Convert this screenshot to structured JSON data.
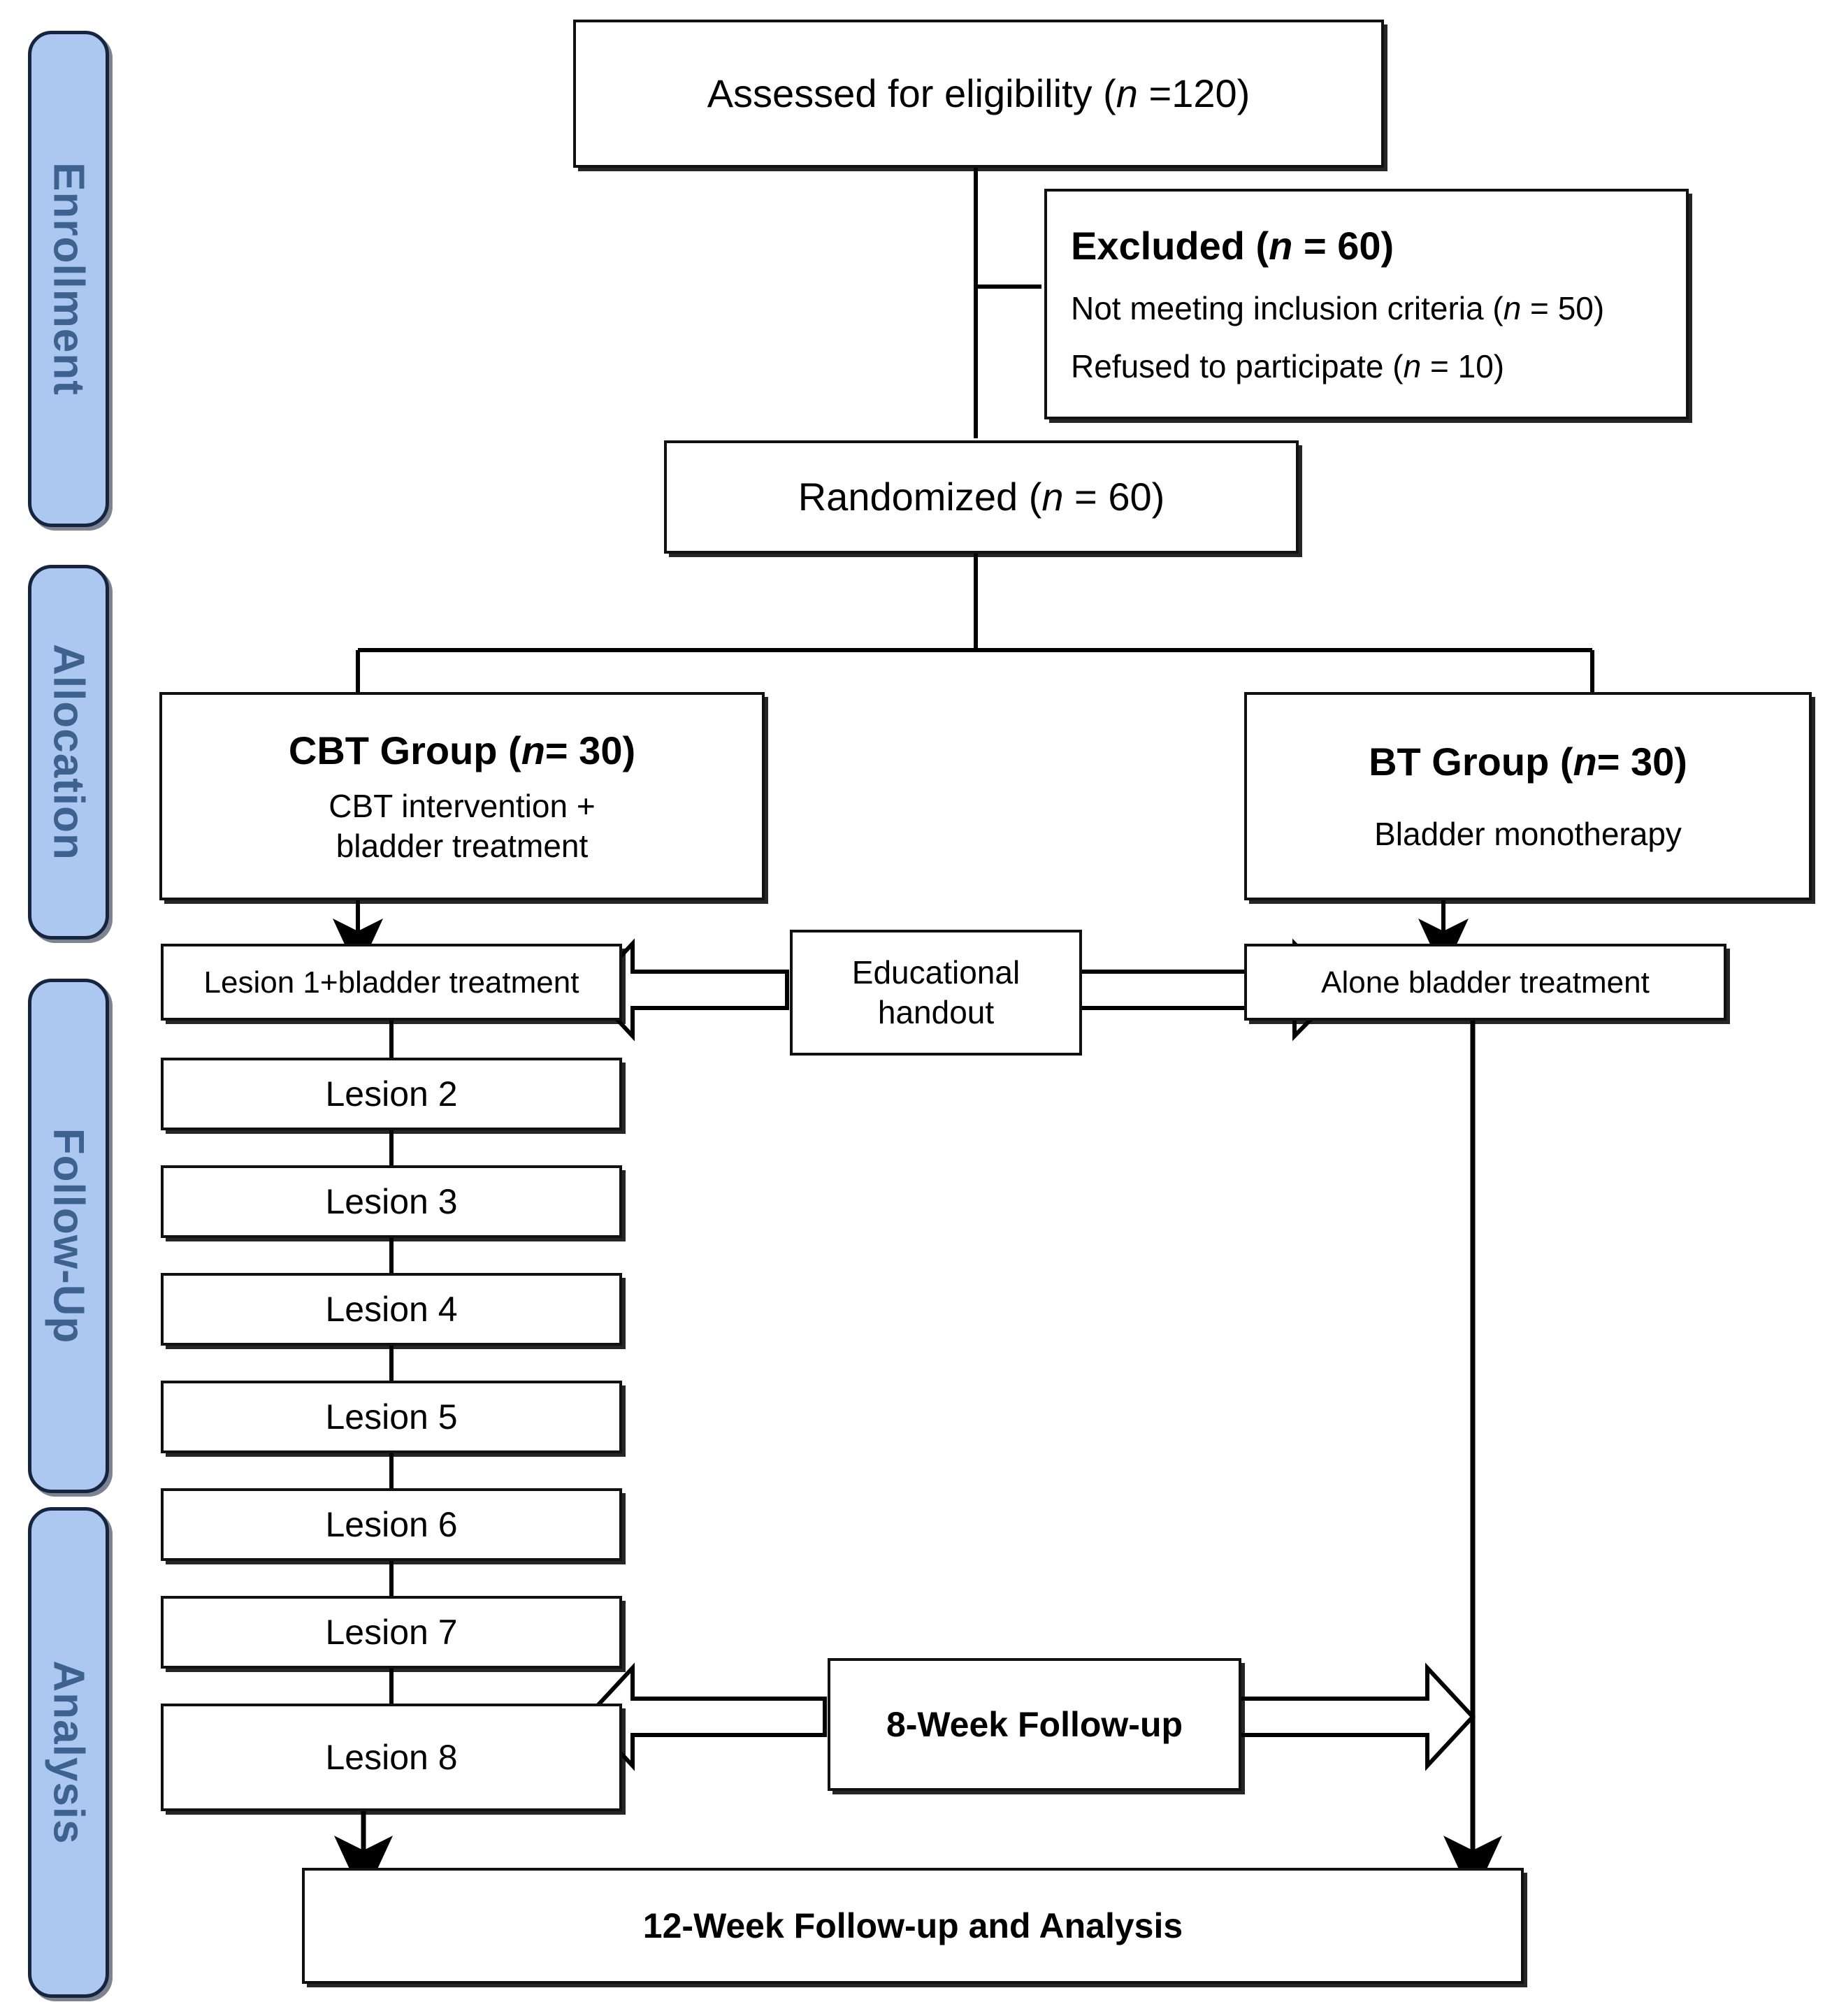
{
  "diagram": {
    "type": "consort-flow-diagram",
    "title": "CONSORT participant flow diagram",
    "colors": {
      "phase_fill": "#ADC8F0",
      "phase_border": "#15243F",
      "phase_text": "#3E628F",
      "node_border": "#111111",
      "node_fill": "#FFFFFF",
      "connector": "#000000"
    }
  },
  "phases": [
    {
      "id": "enrollment",
      "label": "Enrollment"
    },
    {
      "id": "allocation",
      "label": "Allocation"
    },
    {
      "id": "followup",
      "label": "Follow-Up"
    },
    {
      "id": "analysis",
      "label": "Analysis"
    }
  ],
  "nodes": {
    "assessed": {
      "label": "Assessed for eligibility (n =120)",
      "text_plain": "Assessed for eligibility (",
      "italic_n": "n",
      "text_tail": " =120)"
    },
    "excluded": {
      "heading_plain": "Excluded (",
      "heading_italic_n": "n",
      "heading_tail": " = 60)",
      "heading_full": "Excluded (n = 60)",
      "reasons": [
        {
          "text_plain": "Not meeting inclusion criteria (",
          "italic_n": "n",
          "text_tail": " = 50)",
          "full": "Not meeting inclusion criteria (n = 50)"
        },
        {
          "text_plain": "Refused to participate (",
          "italic_n": "n",
          "text_tail": " = 10)",
          "full": "Refused to participate (n = 10)"
        }
      ]
    },
    "randomized": {
      "text_plain": "Randomized (",
      "italic_n": "n",
      "text_tail": " = 60)",
      "full": "Randomized (n = 60)"
    },
    "cbt_group": {
      "heading_plain": "CBT Group (",
      "heading_italic_n": "n",
      "heading_tail": "= 30)",
      "heading_full": "CBT Group (n= 30)",
      "detail_line1": "CBT intervention +",
      "detail_line2": "bladder treatment"
    },
    "bt_group": {
      "heading_plain": "BT Group (",
      "heading_italic_n": "n",
      "heading_tail": "= 30)",
      "heading_full": "BT Group (n= 30)",
      "detail_line1": "Bladder monotherapy"
    },
    "lesion1": {
      "label": "Lesion 1+bladder treatment"
    },
    "alone_bladder": {
      "label": "Alone bladder treatment"
    },
    "educational": {
      "line1": "Educational",
      "line2": "handout",
      "full": "Educational handout"
    },
    "eight_week": {
      "label": "8-Week Follow-up"
    },
    "final": {
      "label": "12-Week Follow-up and Analysis"
    }
  },
  "lesion_sessions": [
    {
      "label": "Lesion 2"
    },
    {
      "label": "Lesion 3"
    },
    {
      "label": "Lesion 4"
    },
    {
      "label": "Lesion 5"
    },
    {
      "label": "Lesion 6"
    },
    {
      "label": "Lesion 7"
    },
    {
      "label": "Lesion 8"
    }
  ],
  "connectors": {
    "educational_arrow_direction": "bidirectional",
    "eight_week_arrow_direction": "bidirectional"
  }
}
